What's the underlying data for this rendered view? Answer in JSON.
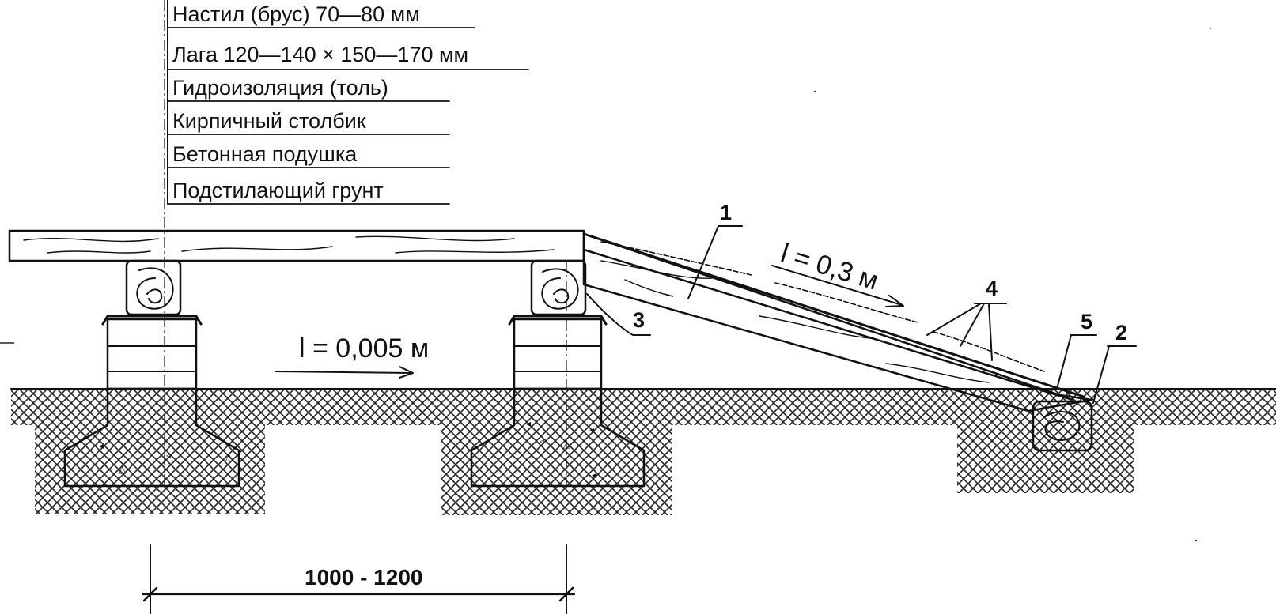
{
  "legend": {
    "items": [
      "Настил (брус) 70—80 мм",
      "Лага 120—140 × 150—170 мм",
      "Гидроизоляция (толь)",
      "Кирпичный столбик",
      "Бетонная подушка",
      "Подстилающий грунт"
    ]
  },
  "callouts": {
    "c1": "1",
    "c2": "2",
    "c3": "3",
    "c4": "4",
    "c5": "5"
  },
  "slopes": {
    "floor": "l = 0,005 м",
    "ramp": "l = 0,3 м"
  },
  "dimension": {
    "span": "1000 - 1200"
  },
  "colors": {
    "ink": "#111111",
    "paper": "#ffffff"
  }
}
